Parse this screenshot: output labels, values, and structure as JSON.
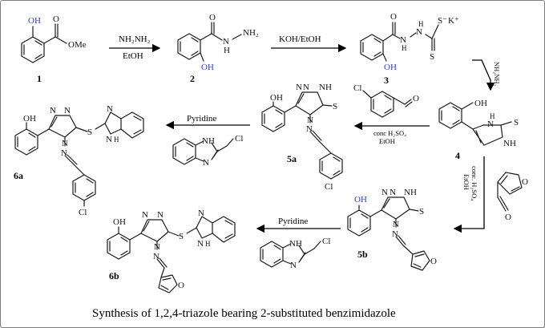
{
  "caption": "Synthesis of 1,2,4-triazole bearing 2-substituted benzimidazole",
  "compounds": [
    {
      "id": "1"
    },
    {
      "id": "2"
    },
    {
      "id": "3"
    },
    {
      "id": "4"
    },
    {
      "id": "5a"
    },
    {
      "id": "5b"
    },
    {
      "id": "6a"
    },
    {
      "id": "6b"
    }
  ],
  "reagents": {
    "step1_top": "NH₂NH₂",
    "step1_bottom": "EtOH",
    "step2": "KOH/EtOH",
    "step3": "NH₂NH₂",
    "step4_top": "conc H₂SO₄",
    "step4_bottom": "EtOH",
    "step5": "Pyridine",
    "step6_top": "conc. H₂SO₄",
    "step6_bottom": "EtOH",
    "step7": "Pyridine"
  },
  "atoms": {
    "oh": "OH",
    "ome": "OMe",
    "o": "O",
    "nh": "NH",
    "nh2": "NH₂",
    "h": "H",
    "n": "N",
    "s": "S",
    "s_minus": "S⁻",
    "k_plus": "K⁺",
    "cl": "Cl"
  }
}
